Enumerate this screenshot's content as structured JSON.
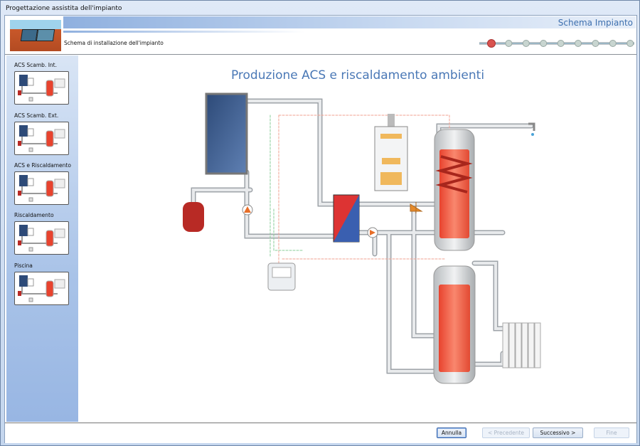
{
  "window": {
    "title": "Progettazione assistita dell'impianto"
  },
  "header": {
    "section": "Schema Impianto",
    "subtitle": "Schema di installazione dell'impianto",
    "steps_total": 9,
    "current_step": 1,
    "accent": "#d9534f"
  },
  "sidebar": {
    "items": [
      {
        "label": "ACS Scamb. Int."
      },
      {
        "label": "ACS Scamb. Ext."
      },
      {
        "label": "ACS e Riscaldamento"
      },
      {
        "label": "Riscaldamento"
      },
      {
        "label": "Piscina"
      }
    ]
  },
  "main": {
    "title": "Produzione ACS e riscaldamento ambienti"
  },
  "footer": {
    "cancel": "Annulla",
    "prev": "< Precedente",
    "next": "Successivo >",
    "finish": "Fine"
  }
}
